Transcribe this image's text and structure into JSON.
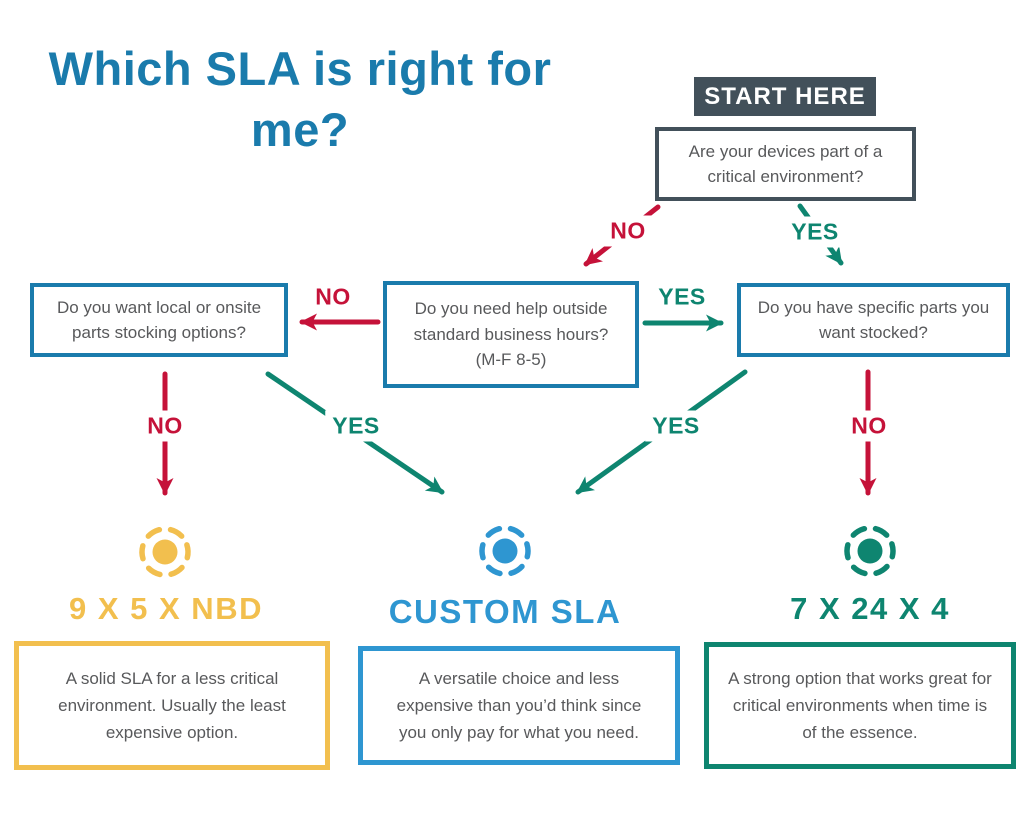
{
  "title": "Which SLA is right for me?",
  "start_badge": "START HERE",
  "labels": {
    "yes": "YES",
    "no": "NO"
  },
  "questions": {
    "critical_env": "Are your devices part of a critical environment?",
    "parts_stocking": "Do you want local or onsite parts stocking options?",
    "business_hours": "Do you need help outside standard business hours? (M-F 8-5)",
    "specific_parts": "Do you have specific parts you want stocked?"
  },
  "outcomes": [
    {
      "name": "9 X 5 X NBD",
      "description": "A solid SLA for a less critical environment. Usually the least expensive option.",
      "color": "#F2BF4E"
    },
    {
      "name": "CUSTOM SLA",
      "description": "A versatile choice and less expensive than you’d think since you only pay for what you need.",
      "color": "#2E96D1"
    },
    {
      "name": "7 X 24 X 4",
      "description": "A strong option that works great for critical environments when time is of the essence.",
      "color": "#0E8570"
    }
  ],
  "colors": {
    "title_blue": "#1A7BAC",
    "question_border_blue": "#1A7BAC",
    "slate": "#42505A",
    "no_red": "#C51239",
    "yes_teal": "#0E8570",
    "outcome_yellow": "#F2BF4E",
    "outcome_light_blue": "#2E96D1",
    "outcome_teal": "#0E8570",
    "body_text_gray": "#58595B"
  }
}
